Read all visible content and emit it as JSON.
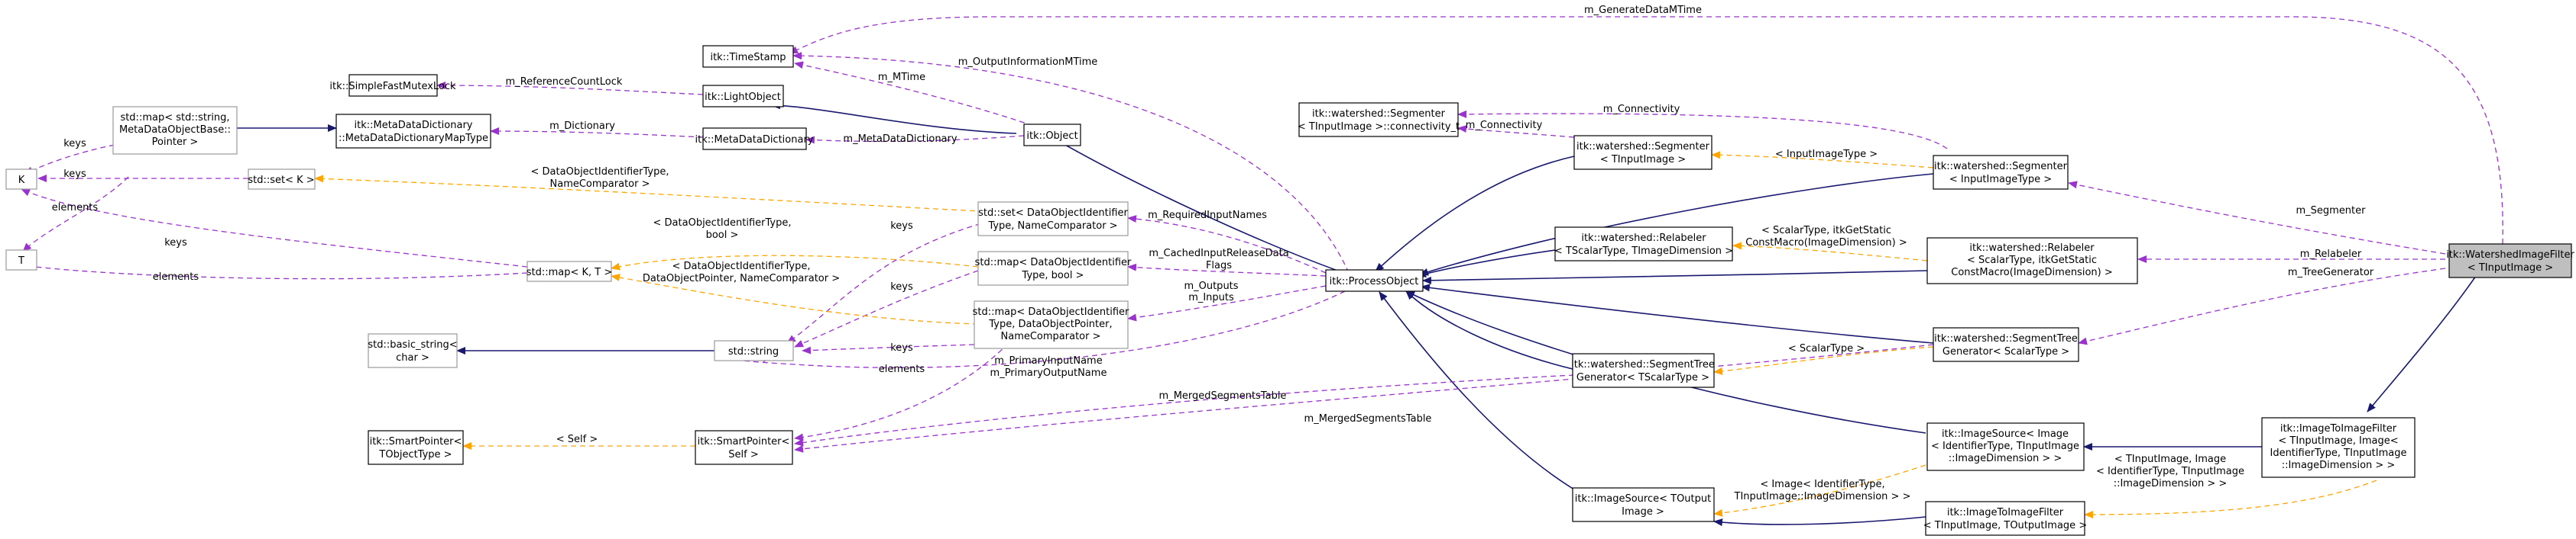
{
  "nodes": {
    "focus": [
      "itk::WatershedImageFilter",
      "< TInputImage >"
    ],
    "imageToImageFilter": [
      "itk::ImageToImageFilter",
      "< TInputImage, Image<",
      "IdentifierType, TInputImage",
      "::ImageDimension > >"
    ],
    "imageToImageFilterB": [
      "itk::ImageToImageFilter",
      "< TInputImage, TOutputImage >"
    ],
    "imageSourceImage": [
      "itk::ImageSource< Image",
      "< IdentifierType, TInputImage",
      "::ImageDimension > >"
    ],
    "imageSourceTOutput": [
      "itk::ImageSource< TOutput",
      "Image >"
    ],
    "segmentTreeGenScalar": [
      "itk::watershed::SegmentTree",
      "Generator< ScalarType >"
    ],
    "segmentTreeGenT": [
      "itk::watershed::SegmentTree",
      "Generator< TScalarType >"
    ],
    "relabelerScalar": [
      "itk::watershed::Relabeler",
      "< ScalarType, itkGetStatic",
      "ConstMacro(ImageDimension) >"
    ],
    "relabelerT": [
      "itk::watershed::Relabeler",
      "< TScalarType, TImageDimension >"
    ],
    "segmenterInput": [
      "itk::watershed::Segmenter",
      "< InputImageType >"
    ],
    "segmenterT": [
      "itk::watershed::Segmenter",
      "< TInputImage >"
    ],
    "segmenterConn": [
      "itk::watershed::Segmenter",
      "< TInputImage >::connectivity_t"
    ],
    "processObject": [
      "itk::ProcessObject"
    ],
    "object": [
      "itk::Object"
    ],
    "lightObject": [
      "itk::LightObject"
    ],
    "timeStamp": [
      "itk::TimeStamp"
    ],
    "simpleFastMutexLock": [
      "itk::SimpleFastMutexLock"
    ],
    "metaDataDictMapType": [
      "itk::MetaDataDictionary",
      "::MetaDataDictionaryMapType"
    ],
    "metaDataDict": [
      "itk::MetaDataDictionary"
    ],
    "stdMapStringMDO": [
      "std::map< std::string,",
      "MetaDataObjectBase::",
      "Pointer >"
    ],
    "K": [
      "K"
    ],
    "T": [
      "T"
    ],
    "stdSetK": [
      "std::set< K >"
    ],
    "stdMapKT": [
      "std::map< K, T >"
    ],
    "stdSetDOI": [
      "std::set< DataObjectIdentifier",
      "Type, NameComparator >"
    ],
    "stdMapDOIBool": [
      "std::map< DataObjectIdentifier",
      "Type, bool >"
    ],
    "stdMapDOIPtr": [
      "std::map< DataObjectIdentifier",
      "Type, DataObjectPointer,",
      "NameComparator >"
    ],
    "basicString": [
      "std::basic_string<",
      "char >"
    ],
    "stdString": [
      "std::string"
    ],
    "smartPtrTObject": [
      "itk::SmartPointer<",
      "TObjectType >"
    ],
    "smartPtrSelf": [
      "itk::SmartPointer<",
      "Self >"
    ]
  },
  "labels": {
    "m_GenerateDataMTime": "m_GenerateDataMTime",
    "m_OutputInformationMTime": "m_OutputInformationMTime",
    "m_MTime": "m_MTime",
    "m_ReferenceCountLock": "m_ReferenceCountLock",
    "m_Dictionary": "m_Dictionary",
    "m_MetaDataDictionary": "m_MetaDataDictionary",
    "keys_a": "keys",
    "keys_b": "keys",
    "keys_c": "keys",
    "keys_d": "keys",
    "keys_e": "keys",
    "elements_a": "elements",
    "elements_b": "elements",
    "elements_c": "elements",
    "tpl_setK": [
      "< DataObjectIdentifierType,",
      "NameComparator >"
    ],
    "tpl_mapBool": [
      "< DataObjectIdentifierType,",
      "bool >"
    ],
    "tpl_mapPtr": [
      "< DataObjectIdentifierType,",
      "DataObjectPointer, NameComparator >"
    ],
    "m_RequiredInputNames": "m_RequiredInputNames",
    "m_CachedInputReleaseData": [
      "m_CachedInputReleaseData",
      "Flags"
    ],
    "m_Outputs": [
      "m_Outputs",
      "m_Inputs"
    ],
    "m_PrimaryInputName": [
      "m_PrimaryInputName",
      "m_PrimaryOutputName"
    ],
    "m_Connectivity_a": "m_Connectivity",
    "m_Connectivity_b": "m_Connectivity",
    "tpl_inputImageType": "< InputImageType >",
    "tpl_scalarStatic": [
      "< ScalarType, itkGetStatic",
      "ConstMacro(ImageDimension) >"
    ],
    "tpl_scalarType": "< ScalarType >",
    "m_Segmenter": "m_Segmenter",
    "m_Relabeler": "m_Relabeler",
    "m_TreeGenerator": "m_TreeGenerator",
    "m_MergedSegmentsTable_a": "m_MergedSegmentsTable",
    "m_MergedSegmentsTable_b": "m_MergedSegmentsTable",
    "tpl_self": "< Self >",
    "tpl_imageIdentifier": [
      "< Image< IdentifierType,",
      "TInputImage::ImageDimension > >"
    ],
    "tpl_tinputImage": [
      "< TInputImage, Image",
      "< IdentifierType, TInputImage",
      "::ImageDimension > >"
    ]
  },
  "colors": {
    "inheritance": "#191970",
    "usage": "#9a32cd",
    "template": "#ffa500",
    "focus_fill": "#bfbfbf"
  }
}
